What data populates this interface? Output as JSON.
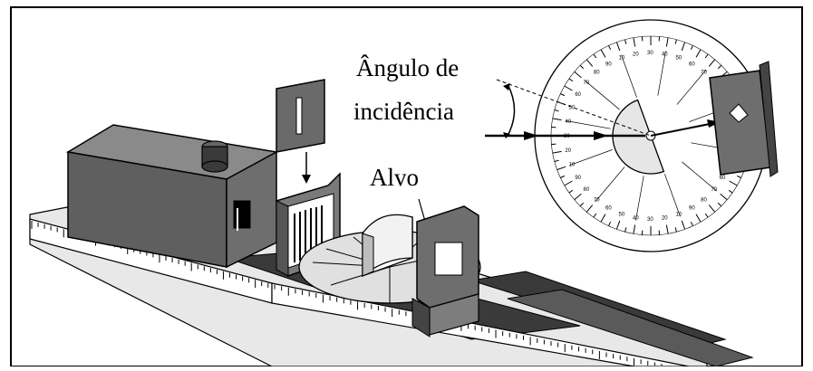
{
  "labels": {
    "angle_of_incidence_line1": "Ângulo de",
    "angle_of_incidence_line2": "incidência",
    "target": "Alvo"
  },
  "colors": {
    "background": "#ffffff",
    "frame": "#000000",
    "component_dark": "#5f5f5f",
    "component_mid": "#7a7a7a",
    "component_light": "#9a9a9a",
    "rail_dark": "#3a3a3a",
    "protractor_fill": "#d8d8d8"
  },
  "protractor_tick_labels": [
    "10",
    "20",
    "30",
    "40",
    "50",
    "60",
    "70",
    "80",
    "90"
  ]
}
